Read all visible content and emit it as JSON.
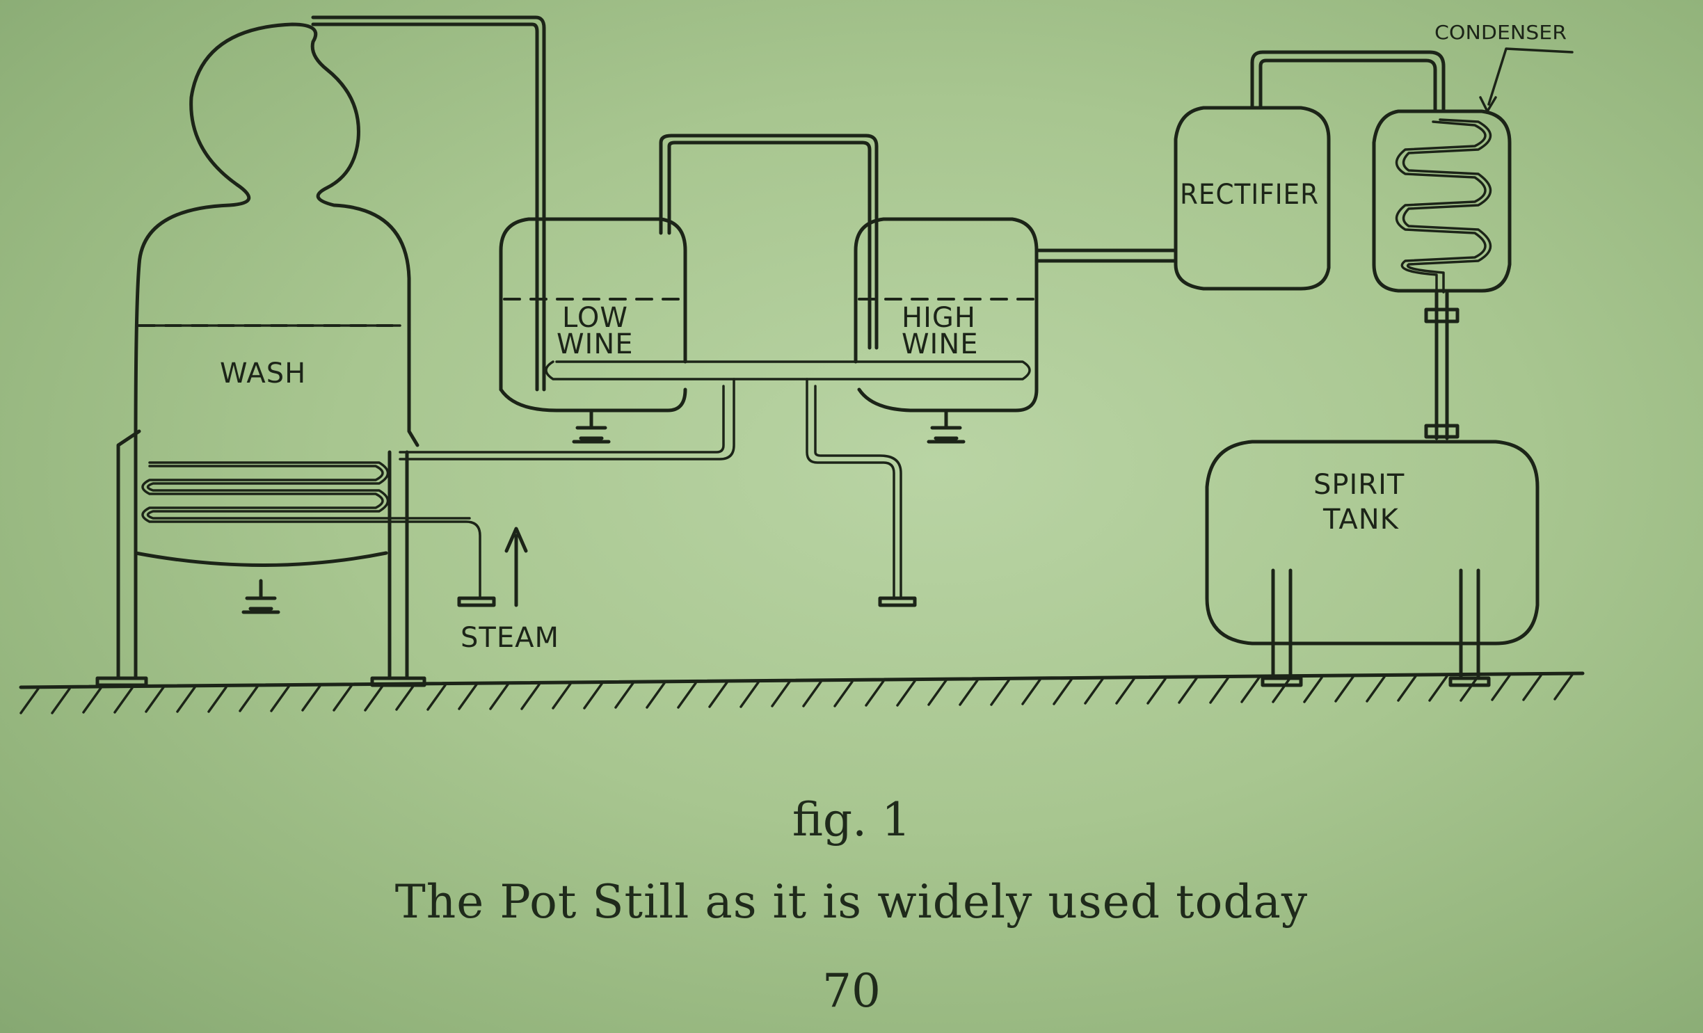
{
  "diagram": {
    "labels": {
      "wash": "WASH",
      "low_wine_1": "LOW",
      "low_wine_2": "WINE",
      "high_wine_1": "HIGH",
      "high_wine_2": "WINE",
      "rectifier": "RECTIFIER",
      "condenser": "CONDENSER",
      "spirit_tank_1": "SPIRIT",
      "spirit_tank_2": "TANK",
      "steam": "STEAM"
    }
  },
  "figure": {
    "label": "fig. 1",
    "caption": "The Pot Still as it is widely used today"
  },
  "page": {
    "number": "70"
  }
}
